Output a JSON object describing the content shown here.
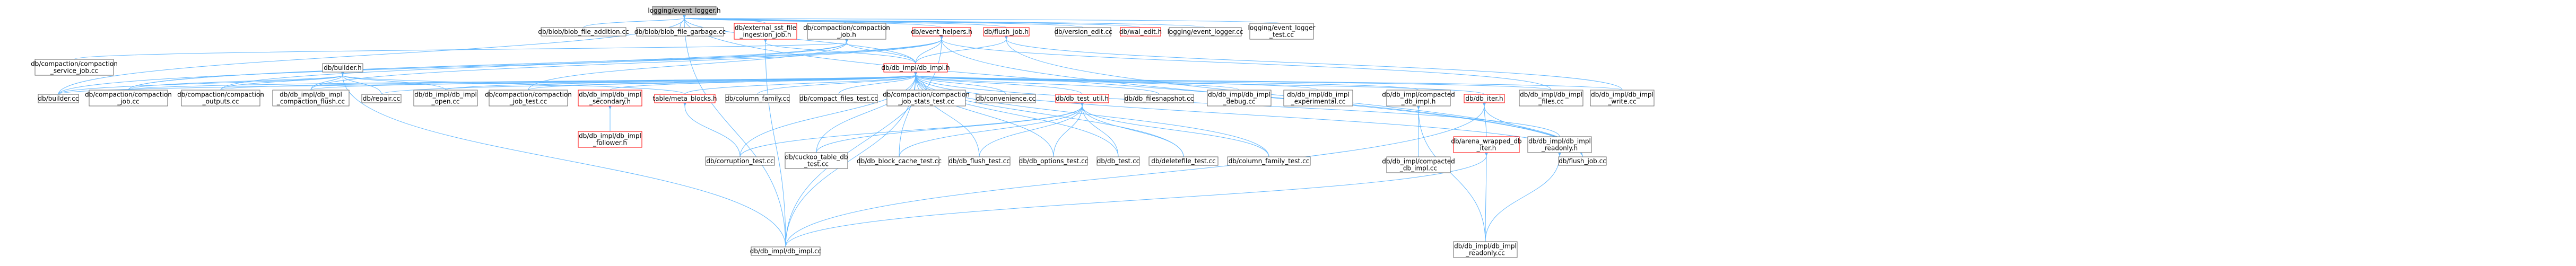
{
  "colors": {
    "root_fill": "#bfbfbf",
    "node_fill": "#ffffff",
    "border_normal": "#666666",
    "border_truncated": "#ff0000",
    "edge": "#63b8ff",
    "text": "#000000"
  },
  "nodes": [
    {
      "id": "root",
      "lines": [
        "logging/event_logger.h"
      ],
      "kind": "root"
    },
    {
      "id": "blob_addition",
      "lines": [
        "db/blob/blob_file_addition.cc"
      ],
      "kind": "normal"
    },
    {
      "id": "blob_garbage",
      "lines": [
        "db/blob/blob_file_garbage.cc"
      ],
      "kind": "normal"
    },
    {
      "id": "ext_sst",
      "lines": [
        "db/external_sst_file",
        "_ingestion_job.h"
      ],
      "kind": "truncated"
    },
    {
      "id": "compaction_job_h",
      "lines": [
        "db/compaction/compaction",
        "_job.h"
      ],
      "kind": "normal"
    },
    {
      "id": "event_helpers",
      "lines": [
        "db/event_helpers.h"
      ],
      "kind": "truncated"
    },
    {
      "id": "flush_job_h",
      "lines": [
        "db/flush_job.h"
      ],
      "kind": "truncated"
    },
    {
      "id": "version_edit",
      "lines": [
        "db/version_edit.cc"
      ],
      "kind": "normal"
    },
    {
      "id": "wal_edit",
      "lines": [
        "db/wal_edit.h"
      ],
      "kind": "truncated"
    },
    {
      "id": "event_logger_cc",
      "lines": [
        "logging/event_logger.cc"
      ],
      "kind": "normal"
    },
    {
      "id": "event_logger_test",
      "lines": [
        "logging/event_logger",
        "_test.cc"
      ],
      "kind": "normal"
    },
    {
      "id": "compaction_service_job",
      "lines": [
        "db/compaction/compaction",
        "_service_job.cc"
      ],
      "kind": "normal"
    },
    {
      "id": "builder_h",
      "lines": [
        "db/builder.h"
      ],
      "kind": "normal"
    },
    {
      "id": "db_impl_h",
      "lines": [
        "db/db_impl/db_impl.h"
      ],
      "kind": "truncated"
    },
    {
      "id": "builder_cc",
      "lines": [
        "db/builder.cc"
      ],
      "kind": "normal"
    },
    {
      "id": "compaction_job_cc",
      "lines": [
        "db/compaction/compaction",
        "_job.cc"
      ],
      "kind": "normal"
    },
    {
      "id": "compaction_outputs",
      "lines": [
        "db/compaction/compaction",
        "_outputs.cc"
      ],
      "kind": "normal"
    },
    {
      "id": "compaction_flush",
      "lines": [
        "db/db_impl/db_impl",
        "_compaction_flush.cc"
      ],
      "kind": "normal"
    },
    {
      "id": "repair",
      "lines": [
        "db/repair.cc"
      ],
      "kind": "normal"
    },
    {
      "id": "db_impl_open",
      "lines": [
        "db/db_impl/db_impl",
        "_open.cc"
      ],
      "kind": "normal"
    },
    {
      "id": "compaction_job_test",
      "lines": [
        "db/compaction/compaction",
        "_job_test.cc"
      ],
      "kind": "normal"
    },
    {
      "id": "db_impl_secondary",
      "lines": [
        "db/db_impl/db_impl",
        "_secondary.h"
      ],
      "kind": "truncated"
    },
    {
      "id": "meta_blocks",
      "lines": [
        "table/meta_blocks.h"
      ],
      "kind": "truncated"
    },
    {
      "id": "column_family",
      "lines": [
        "db/column_family.cc"
      ],
      "kind": "normal"
    },
    {
      "id": "compact_files_test",
      "lines": [
        "db/compact_files_test.cc"
      ],
      "kind": "normal"
    },
    {
      "id": "job_stats_test",
      "lines": [
        "db/compaction/compaction",
        "_job_stats_test.cc"
      ],
      "kind": "normal"
    },
    {
      "id": "convenience",
      "lines": [
        "db/convenience.cc"
      ],
      "kind": "normal"
    },
    {
      "id": "db_test_util",
      "lines": [
        "db/db_test_util.h"
      ],
      "kind": "truncated"
    },
    {
      "id": "db_filesnapshot",
      "lines": [
        "db/db_filesnapshot.cc"
      ],
      "kind": "normal"
    },
    {
      "id": "db_impl_debug",
      "lines": [
        "db/db_impl/db_impl",
        "_debug.cc"
      ],
      "kind": "normal"
    },
    {
      "id": "db_impl_experimental",
      "lines": [
        "db/db_impl/db_impl",
        "_experimental.cc"
      ],
      "kind": "normal"
    },
    {
      "id": "compacted_db_impl_h",
      "lines": [
        "db/db_impl/compacted",
        "_db_impl.h"
      ],
      "kind": "normal"
    },
    {
      "id": "db_iter",
      "lines": [
        "db/db_iter.h"
      ],
      "kind": "truncated"
    },
    {
      "id": "db_impl_files",
      "lines": [
        "db/db_impl/db_impl",
        "_files.cc"
      ],
      "kind": "normal"
    },
    {
      "id": "db_impl_write",
      "lines": [
        "db/db_impl/db_impl",
        "_write.cc"
      ],
      "kind": "normal"
    },
    {
      "id": "db_impl_follower",
      "lines": [
        "db/db_impl/db_impl",
        "_follower.h"
      ],
      "kind": "truncated"
    },
    {
      "id": "corruption_test",
      "lines": [
        "db/corruption_test.cc"
      ],
      "kind": "normal"
    },
    {
      "id": "cuckoo_table",
      "lines": [
        "db/cuckoo_table_db",
        "_test.cc"
      ],
      "kind": "normal"
    },
    {
      "id": "block_cache_test",
      "lines": [
        "db/db_block_cache_test.cc"
      ],
      "kind": "normal"
    },
    {
      "id": "flush_test",
      "lines": [
        "db/db_flush_test.cc"
      ],
      "kind": "normal"
    },
    {
      "id": "options_test",
      "lines": [
        "db/db_options_test.cc"
      ],
      "kind": "normal"
    },
    {
      "id": "db_test",
      "lines": [
        "db/db_test.cc"
      ],
      "kind": "normal"
    },
    {
      "id": "deletefile_test",
      "lines": [
        "db/deletefile_test.cc"
      ],
      "kind": "normal"
    },
    {
      "id": "column_family_test",
      "lines": [
        "db/column_family_test.cc"
      ],
      "kind": "normal"
    },
    {
      "id": "compacted_db_impl_cc",
      "lines": [
        "db/db_impl/compacted",
        "_db_impl.cc"
      ],
      "kind": "normal"
    },
    {
      "id": "arena_wrapped",
      "lines": [
        "db/arena_wrapped_db",
        "_iter.h"
      ],
      "kind": "truncated"
    },
    {
      "id": "db_impl_readonly_h",
      "lines": [
        "db/db_impl/db_impl",
        "_readonly.h"
      ],
      "kind": "normal"
    },
    {
      "id": "flush_job_cc",
      "lines": [
        "db/flush_job.cc"
      ],
      "kind": "normal"
    },
    {
      "id": "db_impl_cc",
      "lines": [
        "db/db_impl/db_impl.cc"
      ],
      "kind": "normal"
    },
    {
      "id": "db_impl_readonly_cc",
      "lines": [
        "db/db_impl/db_impl",
        "_readonly.cc"
      ],
      "kind": "normal"
    }
  ],
  "edges": [
    [
      "root",
      "blob_addition"
    ],
    [
      "root",
      "blob_garbage"
    ],
    [
      "root",
      "ext_sst"
    ],
    [
      "root",
      "compaction_job_h"
    ],
    [
      "root",
      "event_helpers"
    ],
    [
      "root",
      "flush_job_h"
    ],
    [
      "root",
      "version_edit"
    ],
    [
      "root",
      "wal_edit"
    ],
    [
      "root",
      "event_logger_cc"
    ],
    [
      "root",
      "event_logger_test"
    ],
    [
      "root",
      "builder_cc"
    ],
    [
      "root",
      "db_impl_cc"
    ],
    [
      "root",
      "flush_job_cc"
    ],
    [
      "root",
      "db_impl_h"
    ],
    [
      "ext_sst",
      "db_impl_h"
    ],
    [
      "ext_sst",
      "db_impl_cc"
    ],
    [
      "compaction_job_h",
      "compaction_service_job"
    ],
    [
      "compaction_job_h",
      "db_impl_h"
    ],
    [
      "compaction_job_h",
      "compaction_job_cc"
    ],
    [
      "compaction_job_h",
      "compaction_outputs"
    ],
    [
      "compaction_job_h",
      "compaction_job_test"
    ],
    [
      "event_helpers",
      "builder_cc"
    ],
    [
      "event_helpers",
      "compaction_job_cc"
    ],
    [
      "event_helpers",
      "db_impl_h"
    ],
    [
      "event_helpers",
      "db_impl_files"
    ],
    [
      "event_helpers",
      "flush_job_cc"
    ],
    [
      "event_helpers",
      "db_impl_cc"
    ],
    [
      "event_helpers",
      "compaction_flush"
    ],
    [
      "flush_job_h",
      "db_impl_h"
    ],
    [
      "flush_job_h",
      "flush_job_cc"
    ],
    [
      "flush_job_h",
      "db_impl_write"
    ],
    [
      "builder_h",
      "builder_cc"
    ],
    [
      "builder_h",
      "compaction_job_cc"
    ],
    [
      "builder_h",
      "compaction_outputs"
    ],
    [
      "builder_h",
      "compaction_flush"
    ],
    [
      "builder_h",
      "repair"
    ],
    [
      "builder_h",
      "db_impl_open"
    ],
    [
      "builder_h",
      "db_impl_cc"
    ],
    [
      "builder_h",
      "meta_blocks"
    ],
    [
      "db_impl_h",
      "builder_cc"
    ],
    [
      "db_impl_h",
      "compaction_job_cc"
    ],
    [
      "db_impl_h",
      "compaction_outputs"
    ],
    [
      "db_impl_h",
      "compaction_flush"
    ],
    [
      "db_impl_h",
      "repair"
    ],
    [
      "db_impl_h",
      "db_impl_open"
    ],
    [
      "db_impl_h",
      "compaction_job_test"
    ],
    [
      "db_impl_h",
      "db_impl_secondary"
    ],
    [
      "db_impl_h",
      "meta_blocks"
    ],
    [
      "db_impl_h",
      "column_family"
    ],
    [
      "db_impl_h",
      "compact_files_test"
    ],
    [
      "db_impl_h",
      "job_stats_test"
    ],
    [
      "db_impl_h",
      "convenience"
    ],
    [
      "db_impl_h",
      "db_test_util"
    ],
    [
      "db_impl_h",
      "db_filesnapshot"
    ],
    [
      "db_impl_h",
      "db_impl_debug"
    ],
    [
      "db_impl_h",
      "db_impl_experimental"
    ],
    [
      "db_impl_h",
      "compacted_db_impl_h"
    ],
    [
      "db_impl_h",
      "db_iter"
    ],
    [
      "db_impl_h",
      "db_impl_files"
    ],
    [
      "db_impl_h",
      "db_impl_write"
    ],
    [
      "db_impl_h",
      "corruption_test"
    ],
    [
      "db_impl_h",
      "cuckoo_table"
    ],
    [
      "db_impl_h",
      "block_cache_test"
    ],
    [
      "db_impl_h",
      "flush_test"
    ],
    [
      "db_impl_h",
      "options_test"
    ],
    [
      "db_impl_h",
      "db_test"
    ],
    [
      "db_impl_h",
      "deletefile_test"
    ],
    [
      "db_impl_h",
      "column_family_test"
    ],
    [
      "db_impl_h",
      "db_impl_readonly_h"
    ],
    [
      "db_impl_h",
      "db_impl_cc"
    ],
    [
      "db_impl_h",
      "flush_job_cc"
    ],
    [
      "db_impl_secondary",
      "db_impl_follower"
    ],
    [
      "meta_blocks",
      "corruption_test"
    ],
    [
      "db_test_util",
      "corruption_test"
    ],
    [
      "db_test_util",
      "cuckoo_table"
    ],
    [
      "db_test_util",
      "block_cache_test"
    ],
    [
      "db_test_util",
      "flush_test"
    ],
    [
      "db_test_util",
      "options_test"
    ],
    [
      "db_test_util",
      "db_test"
    ],
    [
      "db_test_util",
      "deletefile_test"
    ],
    [
      "db_test_util",
      "column_family_test"
    ],
    [
      "compacted_db_impl_h",
      "compacted_db_impl_cc"
    ],
    [
      "compacted_db_impl_h",
      "db_impl_readonly_cc"
    ],
    [
      "db_iter",
      "arena_wrapped"
    ],
    [
      "db_iter",
      "flush_job_cc"
    ],
    [
      "db_iter",
      "db_impl_cc"
    ],
    [
      "arena_wrapped",
      "db_impl_cc"
    ],
    [
      "arena_wrapped",
      "db_impl_readonly_cc"
    ],
    [
      "db_impl_readonly_h",
      "db_impl_readonly_cc"
    ]
  ]
}
